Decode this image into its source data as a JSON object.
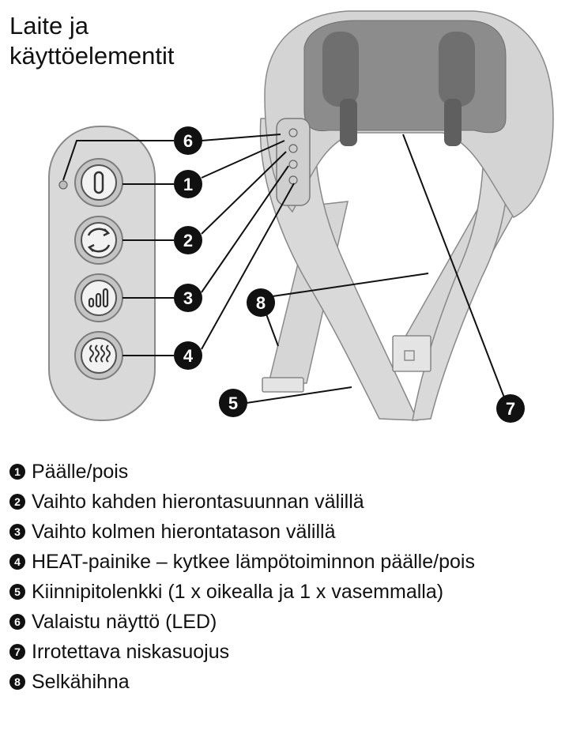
{
  "title": {
    "line1": "Laite ja",
    "line2": "käyttöelementit"
  },
  "callouts": [
    "6",
    "1",
    "2",
    "3",
    "4",
    "8",
    "5",
    "7"
  ],
  "legend": [
    {
      "num": "1",
      "text": "Päälle/pois"
    },
    {
      "num": "2",
      "text": "Vaihto kahden hierontasuunnan välillä"
    },
    {
      "num": "3",
      "text": "Vaihto kolmen hierontatason välillä"
    },
    {
      "num": "4",
      "text": "HEAT-painike – kytkee lämpötoiminnon päälle/pois"
    },
    {
      "num": "5",
      "text": "Kiinnipitolenkki (1 x oikealla ja 1 x vasemmalla)"
    },
    {
      "num": "6",
      "text": "Valaistu näyttö (LED)"
    },
    {
      "num": "7",
      "text": "Irrotettava niskasuojus"
    },
    {
      "num": "8",
      "text": "Selkähihna"
    }
  ],
  "icons": [
    "led-indicator",
    "power-icon",
    "direction-cycle-icon",
    "level-bars-icon",
    "heat-waves-icon"
  ],
  "colors": {
    "device": "#d8d8d8",
    "outline": "#8a8a8a",
    "callout": "#111111"
  }
}
